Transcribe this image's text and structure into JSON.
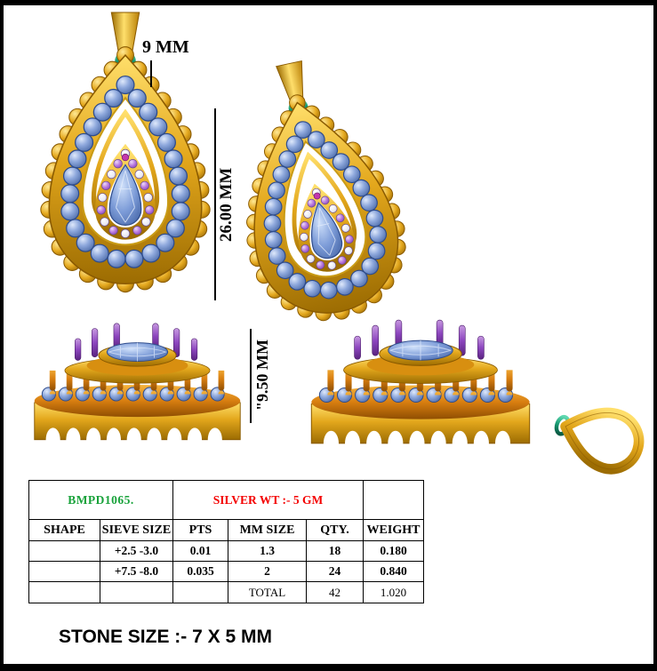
{
  "annotations": {
    "bail_height": "9 MM",
    "pendant_height": "26.00 MM",
    "side_height": "\"9.50 MM"
  },
  "table": {
    "model_no": "BMPD1065.",
    "silver_wt": "SILVER WT :- 5 GM",
    "headers": [
      "SHAPE",
      "SIEVE SIZE",
      "PTS",
      "MM SIZE",
      "QTY.",
      "WEIGHT"
    ],
    "rows": [
      {
        "shape": "",
        "sieve_size": "+2.5 -3.0",
        "pts": "0.01",
        "mm_size": "1.3",
        "qty": "18",
        "weight": "0.180"
      },
      {
        "shape": "",
        "sieve_size": "+7.5 -8.0",
        "pts": "0.035",
        "mm_size": "2",
        "qty": "24",
        "weight": "0.840"
      }
    ],
    "total": {
      "label": "TOTAL",
      "qty": "42",
      "weight": "1.020"
    }
  },
  "footer": {
    "stone_size": "STONE SIZE :- 7 X 5 MM"
  },
  "colors": {
    "model_green": "#18a23a",
    "silver_red": "#f40000",
    "gold": "#e3a71c",
    "stone_blue": "#7d9cd8",
    "prong_orange": "#d87e10",
    "pin_purple": "#8d46bf",
    "loop_teal": "#189a72"
  }
}
